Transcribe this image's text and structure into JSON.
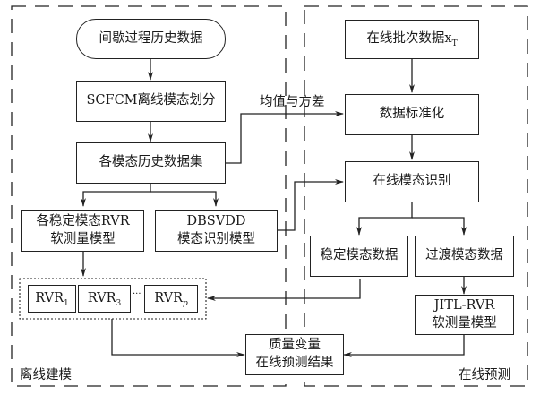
{
  "regions": {
    "offline_label": "离线建模",
    "online_label": "在线预测"
  },
  "nodes": {
    "historical_data": "间歇过程历史数据",
    "scfcm_partition": "SCFCM离线模态划分",
    "mode_datasets": "各模态历史数据集",
    "stable_rvr_model_line1": "各稳定模态RVR",
    "stable_rvr_model_line2": "软测量模型",
    "dbsvdd_line1": "DBSVDD",
    "dbsvdd_line2": "模态识别模型",
    "rvr1": {
      "base": "RVR",
      "sub": "1"
    },
    "rvr3": {
      "base": "RVR",
      "sub": "3"
    },
    "rvr_ellipsis": "···",
    "rvrp": {
      "base": "RVR",
      "sub": "p"
    },
    "online_batch": {
      "base": "在线批次数据x",
      "sub": "T"
    },
    "standardize": "数据标准化",
    "online_mode_id": "在线模态识别",
    "stable_mode_data": "稳定模态数据",
    "transition_mode_data": "过渡模态数据",
    "jitl_line1": "JITL-RVR",
    "jitl_line2": "软测量模型",
    "result_line1": "质量变量",
    "result_line2": "在线预测结果"
  },
  "edges": {
    "mean_variance_label": "均值与方差"
  }
}
